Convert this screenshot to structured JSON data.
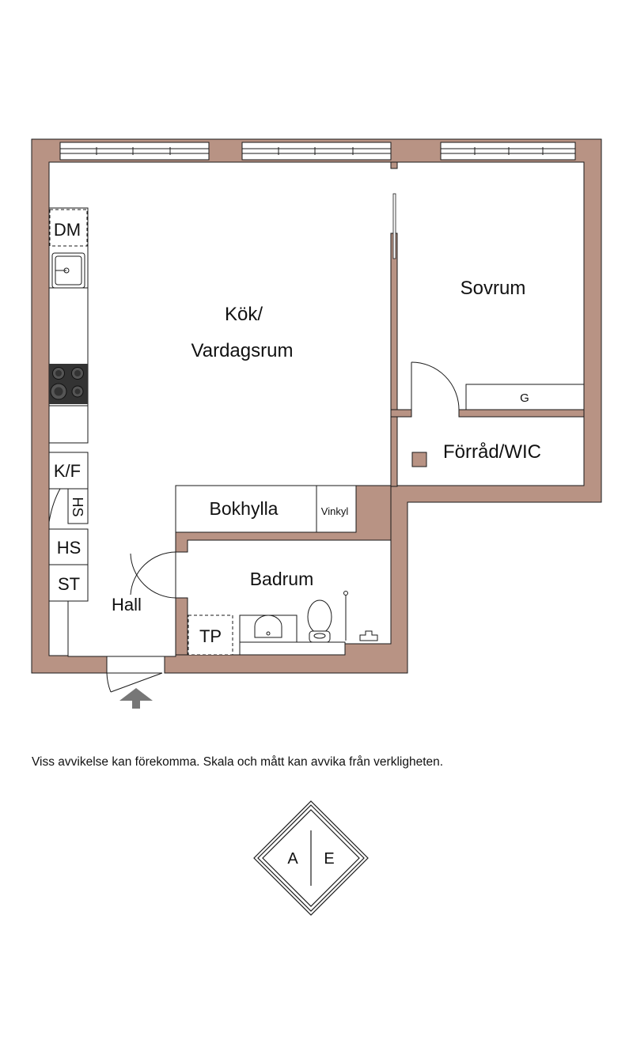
{
  "colors": {
    "wall": "#b89384",
    "line": "#1a1a1a",
    "hob": "#333333",
    "arrow": "#777777"
  },
  "rooms": {
    "kitchen_living_line1": "Kök/",
    "kitchen_living_line2": "Vardagsrum",
    "bedroom": "Sovrum",
    "storage": "Förråd/WIC",
    "hall": "Hall",
    "bathroom": "Badrum"
  },
  "fixtures": {
    "dishwasher": "DM",
    "fridge_freezer": "K/F",
    "coat_closet_small": "HS",
    "coat_closet": "HS",
    "storage_closet": "ST",
    "bookshelf": "Bokhylla",
    "corner": "Vinkyl",
    "towel_dryer": "TP",
    "wardrobe": "G"
  },
  "disclaimer": "Viss avvikelse kan förekomma. Skala och mått kan avvika från verkligheten.",
  "logo": {
    "left_letter": "A",
    "right_letter": "E"
  }
}
